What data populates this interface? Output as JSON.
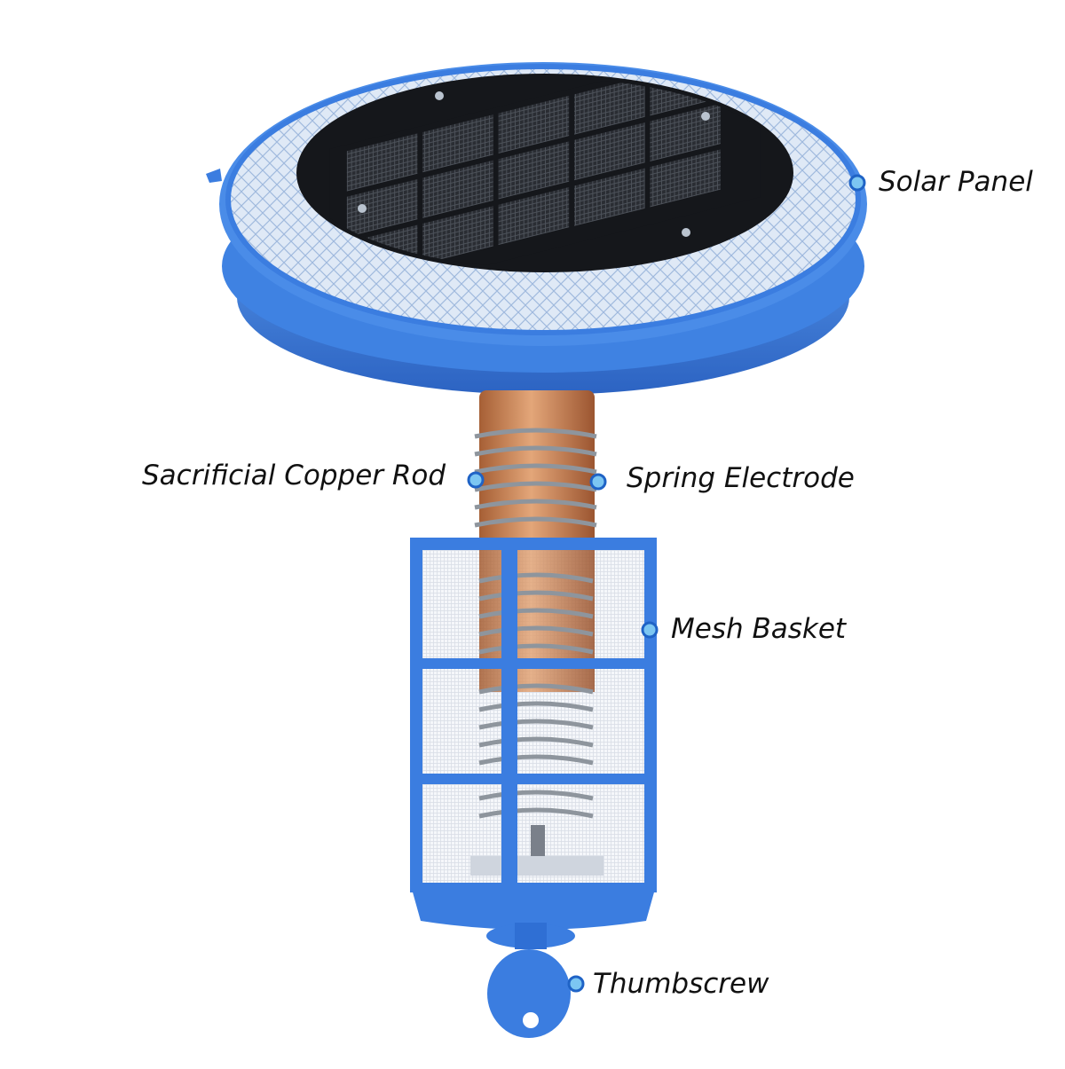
{
  "diagram": {
    "labels": {
      "solar_panel": "Solar Panel",
      "copper_rod": "Sacrificial Copper Rod",
      "spring_electrode": "Spring Electrode",
      "mesh_basket": "Mesh Basket",
      "thumbscrew": "Thumbscrew"
    },
    "colors": {
      "housing_blue": "#3d7fe0",
      "housing_dark": "#2a62c4",
      "panel_black": "#15171b",
      "copper": "#c9804e",
      "marker_fill": "#7cc6f2",
      "marker_stroke": "#1f63c6",
      "text": "#111111"
    }
  }
}
